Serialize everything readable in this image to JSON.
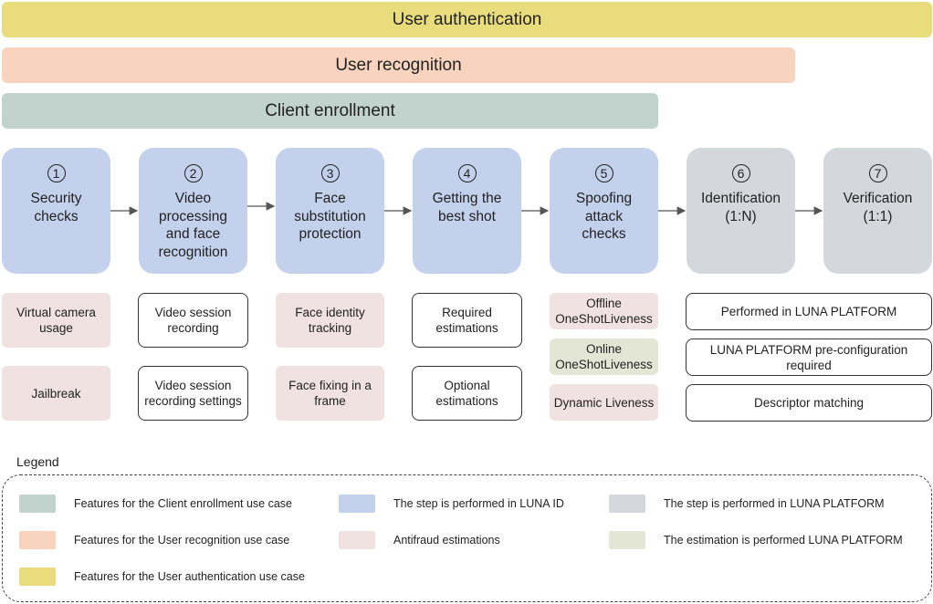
{
  "colors": {
    "auth": "#e8dc7d",
    "recognition": "#f8d3be",
    "enrollment": "#c2d2cd",
    "luna_id": "#c4d1ec",
    "luna_platform": "#d4d8dc",
    "antifraud": "#efe2e0",
    "estimation_platform": "#e3e6d5"
  },
  "bands": {
    "auth": "User authentication",
    "recognition": "User recognition",
    "enrollment": "Client enrollment"
  },
  "steps": [
    {
      "num": "1",
      "title": "Security\nchecks"
    },
    {
      "num": "2",
      "title": "Video\nprocessing\nand face\nrecognition"
    },
    {
      "num": "3",
      "title": "Face\nsubstitution\nprotection"
    },
    {
      "num": "4",
      "title": "Getting the\nbest shot"
    },
    {
      "num": "5",
      "title": "Spoofing\nattack\nchecks"
    },
    {
      "num": "6",
      "title": "Identification\n(1:N)"
    },
    {
      "num": "7",
      "title": "Verification\n(1:1)"
    }
  ],
  "features": {
    "security": [
      "Virtual camera\nusage",
      "Jailbreak"
    ],
    "video": [
      "Video session\nrecording",
      "Video session\nrecording settings"
    ],
    "face_sub": [
      "Face identity\ntracking",
      "Face fixing in a\nframe"
    ],
    "best_shot": [
      "Required\nestimations",
      "Optional\nestimations"
    ],
    "spoofing": [
      "Offline\nOneShotLiveness",
      "Online\nOneShotLiveness",
      "Dynamic Liveness"
    ],
    "platform": [
      "Performed in LUNA PLATFORM",
      "LUNA PLATFORM pre-configuration\nrequired",
      "Descriptor matching"
    ]
  },
  "legend": {
    "title": "Legend",
    "items": [
      "Features for the Client enrollment use case",
      "Features for the User recognition use case",
      "Features for the User authentication use case",
      "The step is performed in LUNA ID",
      "Antifraud estimations",
      "The step is performed in LUNA PLATFORM",
      "The estimation is performed LUNA PLATFORM"
    ]
  }
}
